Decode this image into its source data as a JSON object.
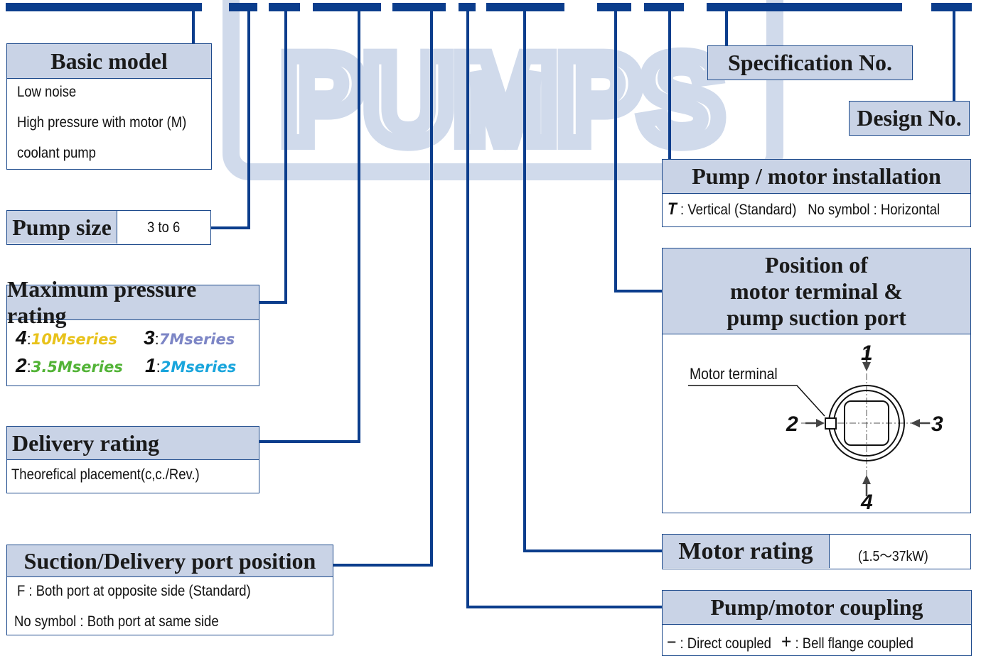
{
  "watermark": {
    "text": "PUMPS"
  },
  "basic_model": {
    "title": "Basic model",
    "items": [
      "Low noise",
      "High pressure with motor (M)",
      "coolant pump"
    ]
  },
  "pump_size": {
    "title": "Pump size",
    "value": "3 to 6"
  },
  "max_pressure": {
    "title": "Maximum pressure rating",
    "items": [
      {
        "code": "4",
        "sep": ":",
        "label": "10Mseries",
        "color": "#e8c21a"
      },
      {
        "code": "3",
        "sep": ":",
        "label": "7Mseries",
        "color": "#7d86c6"
      },
      {
        "code": "2",
        "sep": ":",
        "label": "3.5Mseries",
        "color": "#52b336"
      },
      {
        "code": "1",
        "sep": ":",
        "label": "2Mseries",
        "color": "#19a5dc"
      }
    ]
  },
  "delivery_rating": {
    "title": "Delivery rating",
    "desc": "Theorefical placement(c,c./Rev.)"
  },
  "port_position": {
    "title": "Suction/Delivery port  position",
    "line1": "F  : Both port at opposite side  (Standard)",
    "line2": "No symbol : Both port at same side"
  },
  "spec_no": {
    "title": "Specification No."
  },
  "design_no": {
    "title": "Design No."
  },
  "installation": {
    "title": "Pump / motor installation",
    "code": "T",
    "desc1": " : Vertical (Standard)",
    "desc2": "No symbol : Horizontal"
  },
  "terminal_position": {
    "title_lines": [
      "Position of",
      "motor terminal &",
      "pump suction port"
    ],
    "diagram_label": "Motor terminal",
    "positions": [
      "1",
      "2",
      "3",
      "4"
    ]
  },
  "motor_rating": {
    "title": "Motor rating",
    "value": "(1.5〜37kW)"
  },
  "coupling": {
    "title": "Pump/motor coupling",
    "direct_symbol": "−",
    "direct_label": " : Direct coupled",
    "bell_symbol": "+",
    "bell_label": " : Bell flange coupled"
  },
  "colors": {
    "line": "#0b3d8c",
    "header_bg": "#c9d3e6",
    "watermark": "#c8d4e8"
  }
}
